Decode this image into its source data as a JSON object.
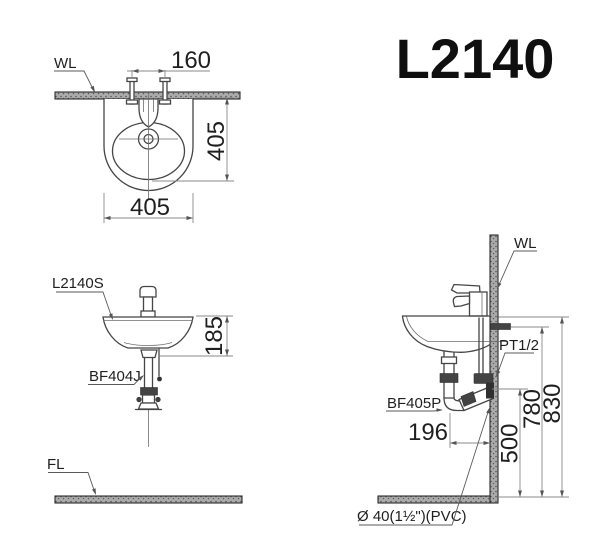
{
  "title": "L2140",
  "colors": {
    "line": "#454545",
    "dimension_line": "#8a8a8a",
    "text": "#1f1f1f",
    "bar_fill": "#ababab",
    "bar_stroke": "#2b2b2b",
    "background": "#ffffff"
  },
  "top_view": {
    "wall_label": "WL",
    "dim_tap_spacing": "160",
    "dim_depth": "405",
    "dim_width": "405"
  },
  "front_view": {
    "model_label": "L2140S",
    "dim_rim_to_drain": "185",
    "drain_fitting_label": "BF404J",
    "floor_label": "FL"
  },
  "side_view": {
    "wall_label": "WL",
    "supply_label": "PT1/2",
    "trap_label": "BF405P",
    "dim_trap_offset": "196",
    "dim_drain_height": "500",
    "dim_supply_height": "780",
    "dim_rim_height": "830",
    "drain_pipe_label": "Ø 40(1½\")(PVC)"
  }
}
